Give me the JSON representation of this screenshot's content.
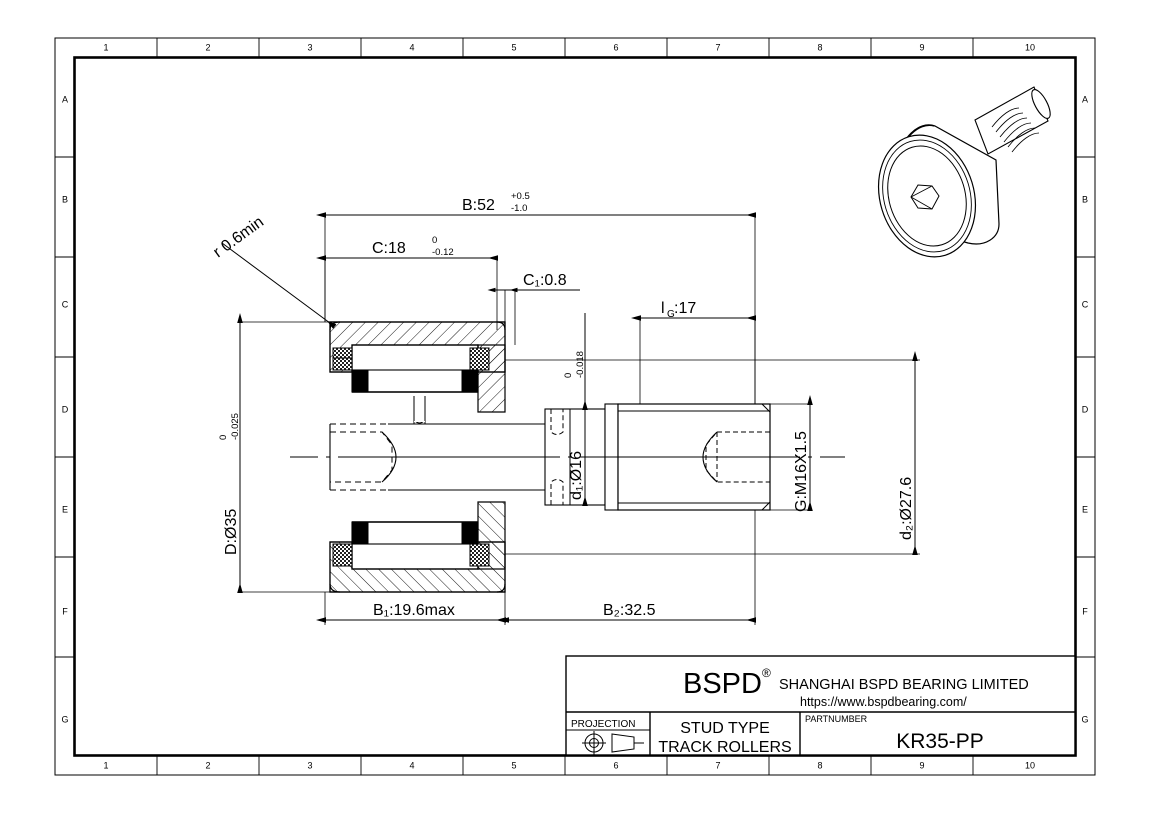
{
  "sheet": {
    "zones_top": [
      "1",
      "2",
      "3",
      "4",
      "5",
      "6",
      "7",
      "8",
      "9",
      "10"
    ],
    "zones_bottom": [
      "1",
      "2",
      "3",
      "4",
      "5",
      "6",
      "7",
      "8",
      "9",
      "10"
    ],
    "zones_left": [
      "A",
      "B",
      "C",
      "D",
      "E",
      "F",
      "G"
    ],
    "zones_right": [
      "A",
      "B",
      "C",
      "D",
      "E",
      "F",
      "G"
    ]
  },
  "dimensions": {
    "B": {
      "label": "B:52",
      "tol_upper": "+0.5",
      "tol_lower": "-1.0"
    },
    "C": {
      "label": "C:18",
      "tol_upper": "0",
      "tol_lower": "-0.12"
    },
    "C1": {
      "label": "C₁:0.8"
    },
    "r": {
      "label": "r 0.6min"
    },
    "D": {
      "label": "D:Ø35",
      "tol_upper": "0",
      "tol_lower": "-0.025"
    },
    "d1": {
      "label": "d₁:Ø16",
      "tol_upper": "0",
      "tol_lower": "-0.018"
    },
    "d2": {
      "label": "d₂:Ø27.6"
    },
    "G": {
      "label": "G:M16X1.5"
    },
    "lG": {
      "label": "l",
      "sub": "G",
      "value": ":17"
    },
    "B1": {
      "label": "B₁:19.6max"
    },
    "B2": {
      "label": "B₂:32.5"
    }
  },
  "title_block": {
    "brand": "BSPD",
    "brand_sup": "®",
    "company": "SHANGHAI BSPD BEARING LIMITED",
    "url": "https://www.bspdbearing.com/",
    "projection_label": "PROJECTION",
    "product_type_line1": "STUD TYPE",
    "product_type_line2": "TRACK ROLLERS",
    "partnumber_label": "PARTNUMBER",
    "partnumber": "KR35-PP"
  },
  "colors": {
    "line": "#000000",
    "background": "#ffffff",
    "seal_fill": "#555555",
    "seal_lip": "#000000"
  }
}
